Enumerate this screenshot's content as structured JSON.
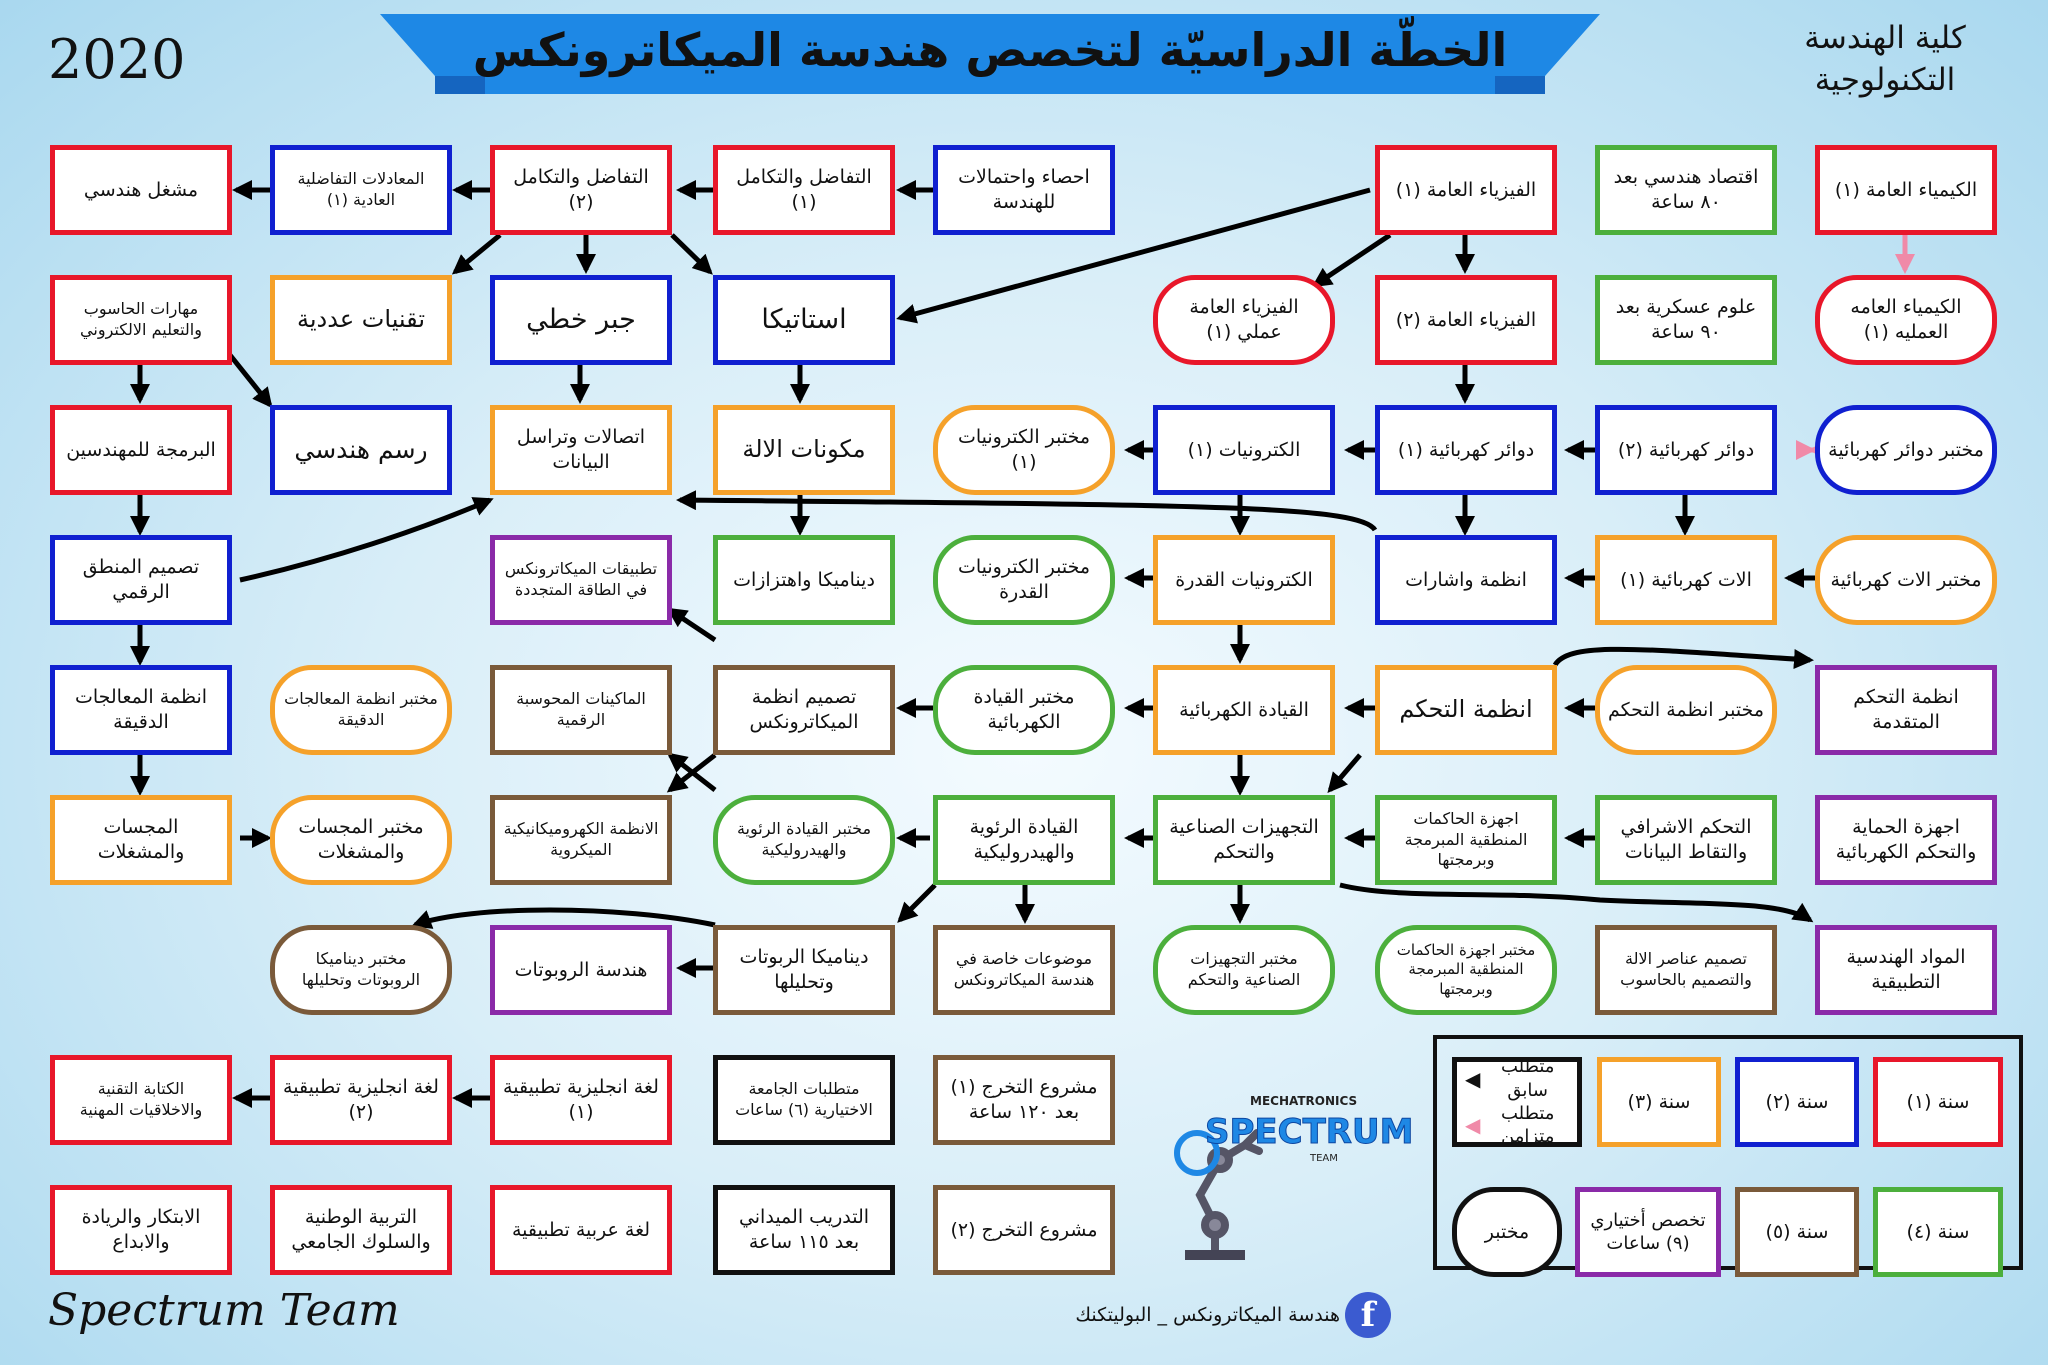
{
  "header": {
    "title": "الخطّة الدراسيّة لتخصص هندسة الميكاترونكس",
    "year": "2020",
    "college": "كلية الهندسة التكنولوجية",
    "team": "Spectrum Team",
    "facebook_page": "هندسة الميكاترونكس _ البوليتكنك"
  },
  "colors": {
    "year1": "#e8172a",
    "year2": "#1020d0",
    "year3": "#f5a12a",
    "year4": "#4caf3c",
    "year5": "#7a5a3a",
    "elective": "#8a2aa8",
    "university": "#111111",
    "simultaneous_arrow": "#f08aa8",
    "banner": "#1e88e5"
  },
  "courses": {
    "chem1": "الكيمياء العامة (١)",
    "econ": "اقتصاد هندسي بعد ٨٠ ساعة",
    "phys1": "الفيزياء العامة (١)",
    "stat": "احصاء واحتمالات للهندسة",
    "calc1": "التفاضل والتكامل (١)",
    "calc2": "التفاضل والتكامل (٢)",
    "ode": "المعادلات التفاضلية العادية (١)",
    "workshop": "مشغل هندسي",
    "chemlab": "الكيمياء العامه العمليه (١)",
    "military": "علوم عسكرية بعد ٩٠ ساعة",
    "phys2": "الفيزياء العامة (٢)",
    "physlab": "الفيزياء العامة عملي (١)",
    "statics": "استاتيكا",
    "linalg": "جبر خطي",
    "numerical": "تقنيات عددية",
    "compskills": "مهارات الحاسوب والتعليم الالكتروني",
    "circuitslab": "مختبر دوائر كهربائية",
    "circ2": "دوائر كهربائية (٢)",
    "circ1": "دوائر كهربائية (١)",
    "elec1": "الكترونيات (١)",
    "eleclab": "مختبر الكترونيات (١)",
    "machcomp": "مكونات الالة",
    "datacomm": "اتصالات وتراسل البيانات",
    "drawing": "رسم هندسي",
    "programming": "البرمجة للمهندسين",
    "machlab": "مختبر الات كهربائية",
    "mach1": "الات كهربائية (١)",
    "signals": "انظمة واشارات",
    "power_el": "الكترونيات القدرة",
    "power_el_lab": "مختبر الكترونيات القدرة",
    "dynamics": "ديناميكا واهتزازات",
    "renewable": "تطبيقات الميكاترونكس في الطاقة المتجددة",
    "digital": "تصميم المنطق الرقمي",
    "adv_control": "انظمة التحكم المتقدمة",
    "control_lab": "مختبر انظمة التحكم",
    "control": "انظمة التحكم",
    "drives": "القيادة الكهربائية",
    "drives_lab": "مختبر القيادة الكهربائية",
    "mech_design": "تصميم انظمة الميكاترونكس",
    "cnc": "الماكينات المحوسبة الرقمية",
    "micro_lab": "مختبر انظمة المعالجات الدقيقة",
    "micro": "انظمة المعالجات الدقيقة",
    "protection": "اجهزة الحماية والتحكم الكهربائية",
    "scada": "التحكم الاشرافي والتقاط البيانات",
    "plc": "اجهزة الحاكمات المنطقية المبرمجة وبرمجتها",
    "industrial": "التجهيزات الصناعية والتحكم",
    "hydraulic": "القيادة الرئوية والهيدروليكية",
    "hydraulic_lab": "مختبر القيادة الرئوية والهيدروليكية",
    "mems": "الانظمة الكهروميكانيكية الميكروية",
    "sensors_lab": "مختبر المجسات والمشغلات",
    "sensors": "المجسات والمشغلات",
    "materials": "المواد الهندسية التطبيقية",
    "cad": "تصميم عناصر الالة والتصميم بالحاسوب",
    "plc_lab": "مختبر اجهزة الحاكمات المنطقية المبرمجة وبرمجتها",
    "industrial_lab": "مختبر التجهيزات الصناعية والتحكم",
    "special_topics": "موضوعات خاصة في هندسة الميكاترونكس",
    "robot_dyn": "ديناميكا الربوتات وتحليلها",
    "robotics": "هندسة الروبوتات",
    "robot_lab": "مختبر ديناميكا الروبوتات وتحليلها",
    "project1": "مشروع التخرج (١) بعد ١٢٠ ساعة",
    "uni_elective": "متطلبات الجامعة الاختيارية (٦) ساعات",
    "eng1": "لغة انجليزية تطبيقية (١)",
    "eng2": "لغة انجليزية تطبيقية (٢)",
    "tech_writing": "الكتابة التقنية والاخلاقيات المهنية",
    "project2": "مشروع التخرج (٢)",
    "training": "التدريب الميداني بعد ١١٥ ساعة",
    "arabic": "لغة عربية تطبيقية",
    "national": "التربية الوطنية والسلوك الجامعي",
    "innovation": "الابتكار والريادة والابداع"
  },
  "legend": {
    "year1": "سنة (١)",
    "year2": "سنة (٢)",
    "year3": "سنة (٣)",
    "year4": "سنة (٤)",
    "year5": "سنة (٥)",
    "elective": "تخصص أختياري (٩) ساعات",
    "lab": "مختبر",
    "prereq": "متطلب سابق",
    "coreq": "متطلب متزامن"
  },
  "logo": {
    "top": "MECHATRONICS",
    "main": "SPECTRUM",
    "bottom": "TEAM"
  }
}
